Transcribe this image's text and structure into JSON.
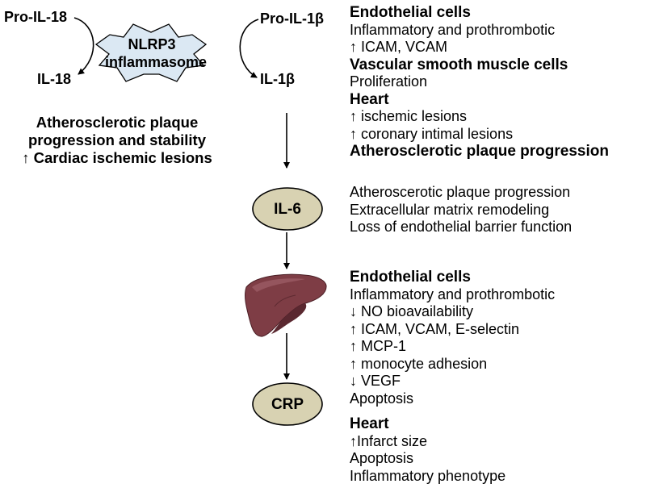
{
  "diagram": {
    "nlrp3": {
      "line1": "NLRP3",
      "line2": "inflammasome"
    },
    "pro_il18": "Pro-IL-18",
    "il18": "IL-18",
    "pro_il1b": "Pro-IL-1β",
    "il1b": "IL-1β",
    "il18_effects": [
      "Atherosclerotic plaque",
      "progression and stability",
      "↑ Cardiac ischemic lesions"
    ],
    "il6": "IL-6",
    "crp": "CRP",
    "il1b_effects": [
      {
        "text": "Endothelial cells",
        "bold": true
      },
      {
        "text": "Inflammatory and prothrombotic",
        "bold": false
      },
      {
        "text": "↑ ICAM, VCAM",
        "bold": false
      },
      {
        "text": "Vascular smooth muscle cells",
        "bold": true
      },
      {
        "text": "Proliferation",
        "bold": false
      },
      {
        "text": "Heart",
        "bold": true
      },
      {
        "text": "↑ ischemic lesions",
        "bold": false
      },
      {
        "text": "↑ coronary intimal lesions",
        "bold": false
      },
      {
        "text": "Atherosclerotic plaque progression",
        "bold": true
      }
    ],
    "il6_effects": [
      {
        "text": "Atheroscerotic plaque progression",
        "bold": false
      },
      {
        "text": "Extracellular matrix remodeling",
        "bold": false
      },
      {
        "text": "Loss of endothelial barrier function",
        "bold": false
      }
    ],
    "crp_effects": [
      {
        "text": "Endothelial cells",
        "bold": true
      },
      {
        "text": "Inflammatory and prothrombotic",
        "bold": false
      },
      {
        "text": "↓ NO bioavailability",
        "bold": false
      },
      {
        "text": "↑ ICAM, VCAM, E-selectin",
        "bold": false
      },
      {
        "text": "↑ MCP-1",
        "bold": false
      },
      {
        "text": "↑ monocyte adhesion",
        "bold": false
      },
      {
        "text": "↓ VEGF",
        "bold": false
      },
      {
        "text": "Apoptosis",
        "bold": false
      }
    ],
    "heart_effects": [
      {
        "text": "Heart",
        "bold": true
      },
      {
        "text": "↑Infarct size",
        "bold": false
      },
      {
        "text": "Apoptosis",
        "bold": false
      },
      {
        "text": "Inflammatory phenotype",
        "bold": false
      }
    ],
    "colors": {
      "star_fill": "#dbe8f3",
      "oval_fill": "#d8d2b2",
      "liver_fill": "#7e3d45",
      "liver_dark": "#5a2830",
      "liver_light": "#a0606a",
      "line": "#000000"
    }
  }
}
